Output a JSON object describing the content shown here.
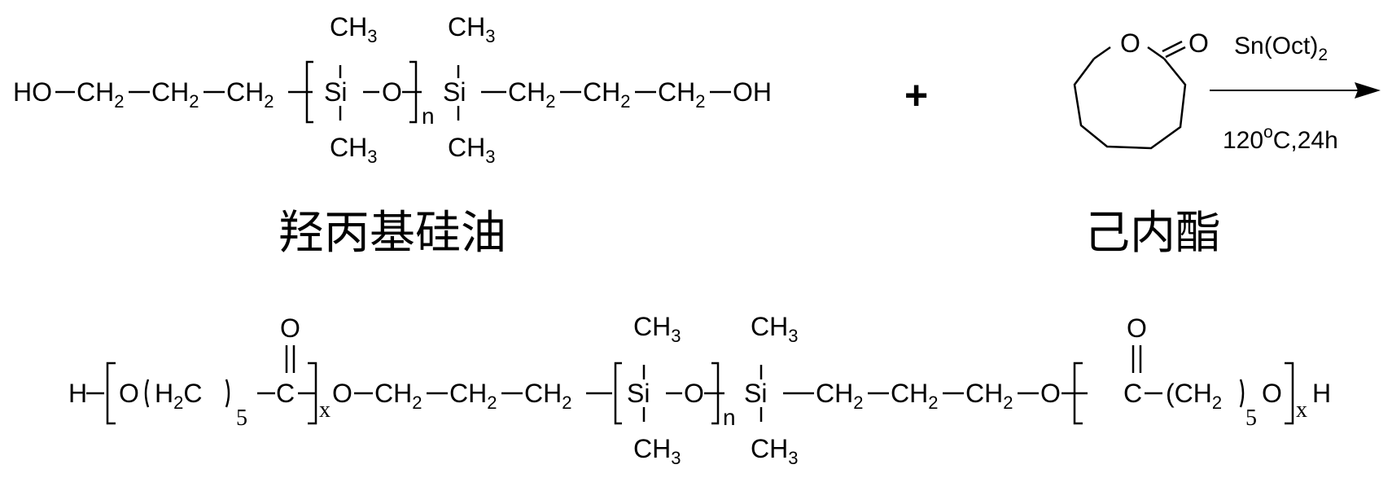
{
  "reactant1": {
    "ho": "HO",
    "ch2": "CH",
    "ch2_sub": "2",
    "si": "Si",
    "o": "O",
    "n": "n",
    "ch3": "CH",
    "ch3_sub": "3",
    "oh": "OH",
    "name": "羟丙基硅油"
  },
  "plus": "+",
  "reactant2": {
    "ring_o": "O",
    "carbonyl_o": "O",
    "name": "己内酯"
  },
  "conditions": {
    "catalyst": "Sn(Oct)",
    "catalyst_sub": "2",
    "temp_num": "120",
    "temp_sup": "o",
    "temp_rest": "C,24h"
  },
  "product": {
    "h": "H",
    "o": "O",
    "h2": "H",
    "h2_sub": "2",
    "c": "C",
    "five": "5",
    "x": "x",
    "ch2": "CH",
    "ch2_sub": "2",
    "si": "Si",
    "n": "n",
    "ch3": "CH",
    "ch3_sub": "3",
    "paren_ch2": "(CH",
    "carbonyl_o": "O"
  }
}
